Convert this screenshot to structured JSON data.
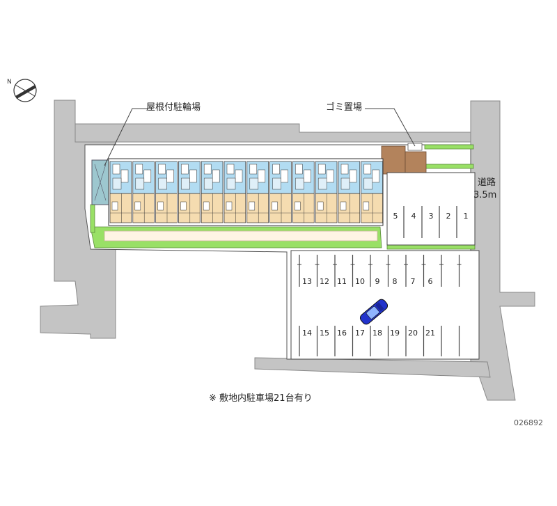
{
  "labels": {
    "covered_bicycle_parking": "屋根付駐輪場",
    "garbage_area": "ゴミ置場",
    "road_name": "道路",
    "road_width": "3.5m",
    "note": "※ 敷地内駐車場21台有り",
    "map_code": "026892"
  },
  "parking": {
    "top_row": [
      "5",
      "4",
      "3",
      "2",
      "1"
    ],
    "middle_row": [
      "13",
      "12",
      "11",
      "10",
      "9",
      "8",
      "7",
      "6"
    ],
    "bottom_row": [
      "14",
      "15",
      "16",
      "17",
      "18",
      "19",
      "20",
      "21"
    ]
  },
  "icons": {
    "compass": "compass-north-icon",
    "car": "car-icon"
  },
  "colors": {
    "road": "#c0c0c0",
    "grass": "#99e066",
    "units_upper": "#b2dcf2",
    "units_lower": "#f5dcb0",
    "garbage": "#b3835c",
    "car": "#2233cc"
  }
}
